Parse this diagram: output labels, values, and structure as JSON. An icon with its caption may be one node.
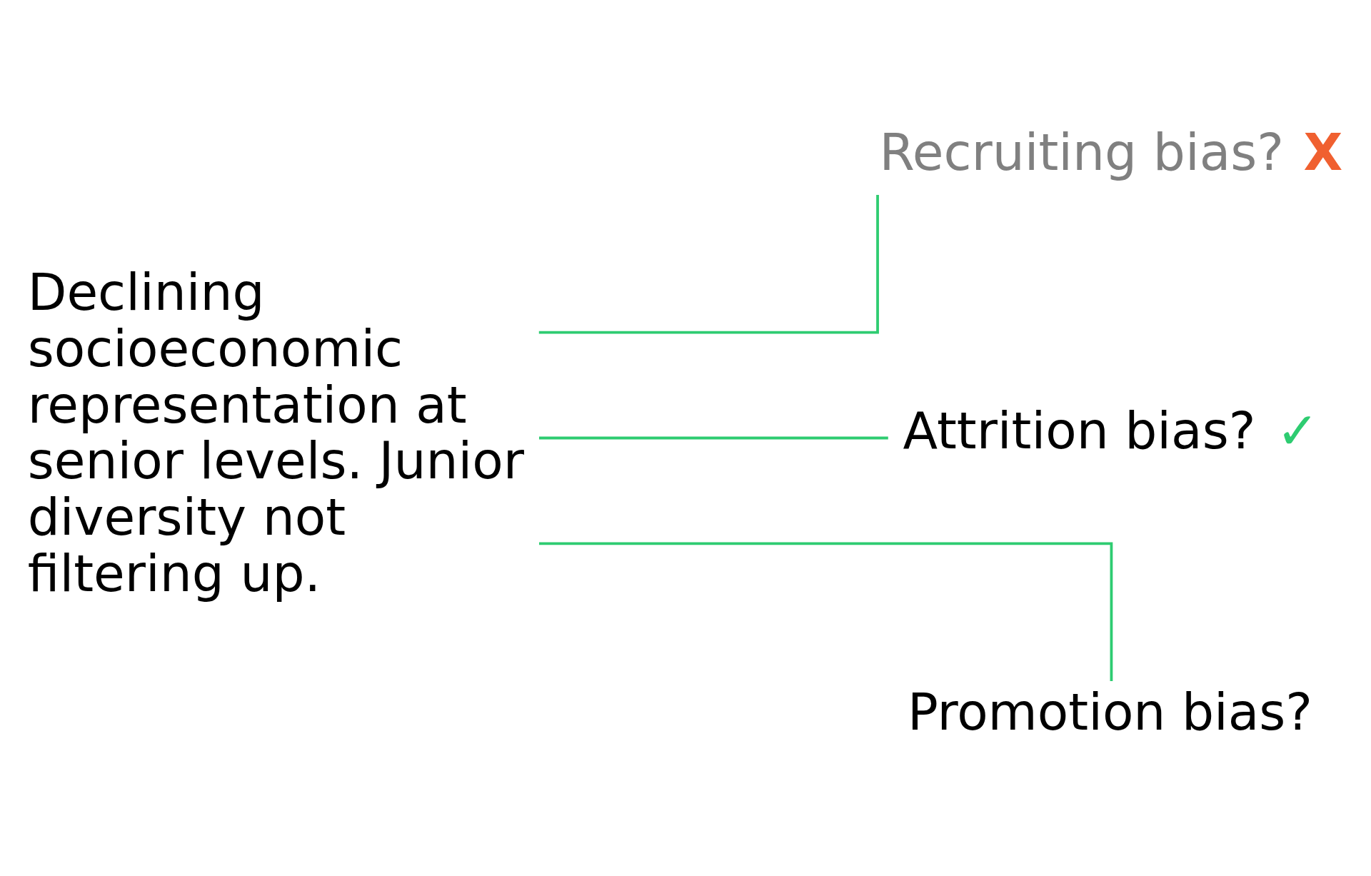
{
  "diagram": {
    "nodes": [
      {
        "text": [
          "Declining socioeconomic representation at senior levels. Junior diversity not filtering up."
        ]
      },
      {
        "text": [
          "Recruiting bias?",
          "X"
        ]
      },
      {
        "text": [
          "Attrition bias?",
          "✓"
        ]
      },
      {
        "text": [
          "Promotion bias?"
        ]
      }
    ],
    "edges": [
      {
        "from": 0,
        "to": 1,
        "arrow": "none"
      },
      {
        "from": 0,
        "to": 2,
        "arrow": "none"
      },
      {
        "from": 0,
        "to": 3,
        "arrow": "none"
      }
    ]
  }
}
